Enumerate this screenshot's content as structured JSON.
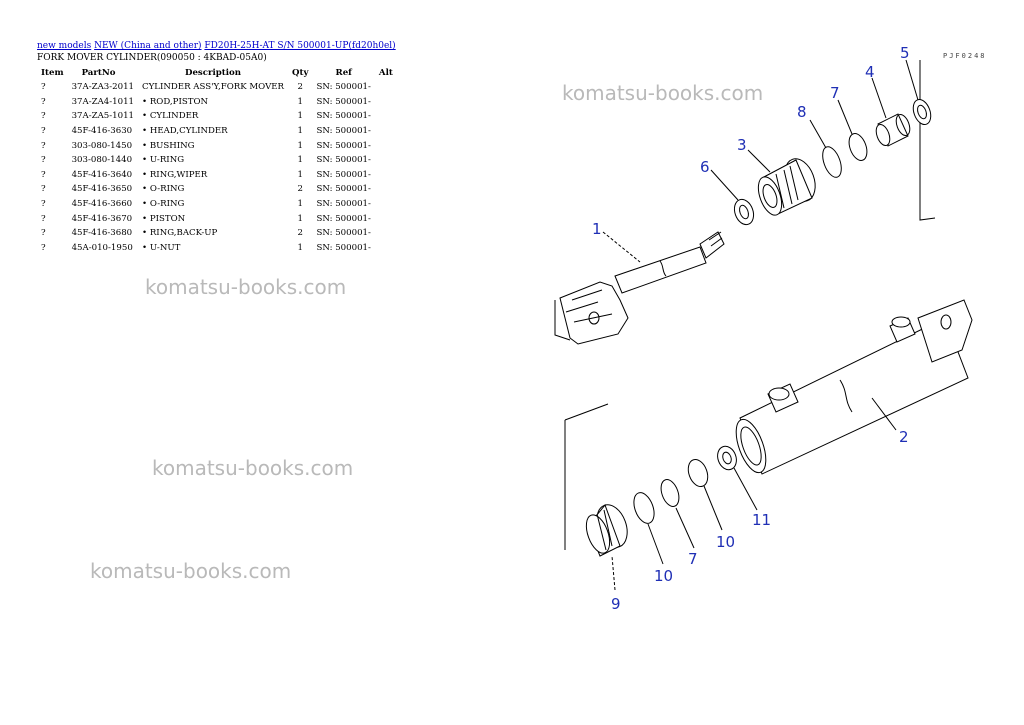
{
  "breadcrumb": {
    "items": [
      "new models",
      "NEW (China and other)",
      "FD20H-25H-AT S/N 500001-UP(fd20h0el)"
    ]
  },
  "subtitle": "FORK MOVER CYLINDER(090050 : 4KBAD-05A0)",
  "table": {
    "headers": [
      "Item",
      "PartNo",
      "Description",
      "Qty",
      "Ref",
      "Alt"
    ],
    "rows": [
      [
        "?",
        "37A-ZA3-2011",
        "CYLINDER ASS'Y,FORK MOVER",
        "2",
        "SN: 500001-",
        ""
      ],
      [
        "?",
        "37A-ZA4-1011",
        "• ROD,PISTON",
        "1",
        "SN: 500001-",
        ""
      ],
      [
        "?",
        "37A-ZA5-1011",
        "• CYLINDER",
        "1",
        "SN: 500001-",
        ""
      ],
      [
        "?",
        "45F-416-3630",
        "• HEAD,CYLINDER",
        "1",
        "SN: 500001-",
        ""
      ],
      [
        "?",
        "303-080-1450",
        "• BUSHING",
        "1",
        "SN: 500001-",
        ""
      ],
      [
        "?",
        "303-080-1440",
        "• U-RING",
        "1",
        "SN: 500001-",
        ""
      ],
      [
        "?",
        "45F-416-3640",
        "• RING,WIPER",
        "1",
        "SN: 500001-",
        ""
      ],
      [
        "?",
        "45F-416-3650",
        "• O-RING",
        "2",
        "SN: 500001-",
        ""
      ],
      [
        "?",
        "45F-416-3660",
        "• O-RING",
        "1",
        "SN: 500001-",
        ""
      ],
      [
        "?",
        "45F-416-3670",
        "• PISTON",
        "1",
        "SN: 500001-",
        ""
      ],
      [
        "?",
        "45F-416-3680",
        "• RING,BACK-UP",
        "2",
        "SN: 500001-",
        ""
      ],
      [
        "?",
        "45A-010-1950",
        "• U-NUT",
        "1",
        "SN: 500001-",
        ""
      ]
    ]
  },
  "watermark": "komatsu-books.com",
  "diagram": {
    "code": "PJF0248",
    "callouts": [
      "1",
      "2",
      "3",
      "4",
      "5",
      "6",
      "7",
      "8",
      "7",
      "9",
      "10",
      "10",
      "11"
    ]
  }
}
